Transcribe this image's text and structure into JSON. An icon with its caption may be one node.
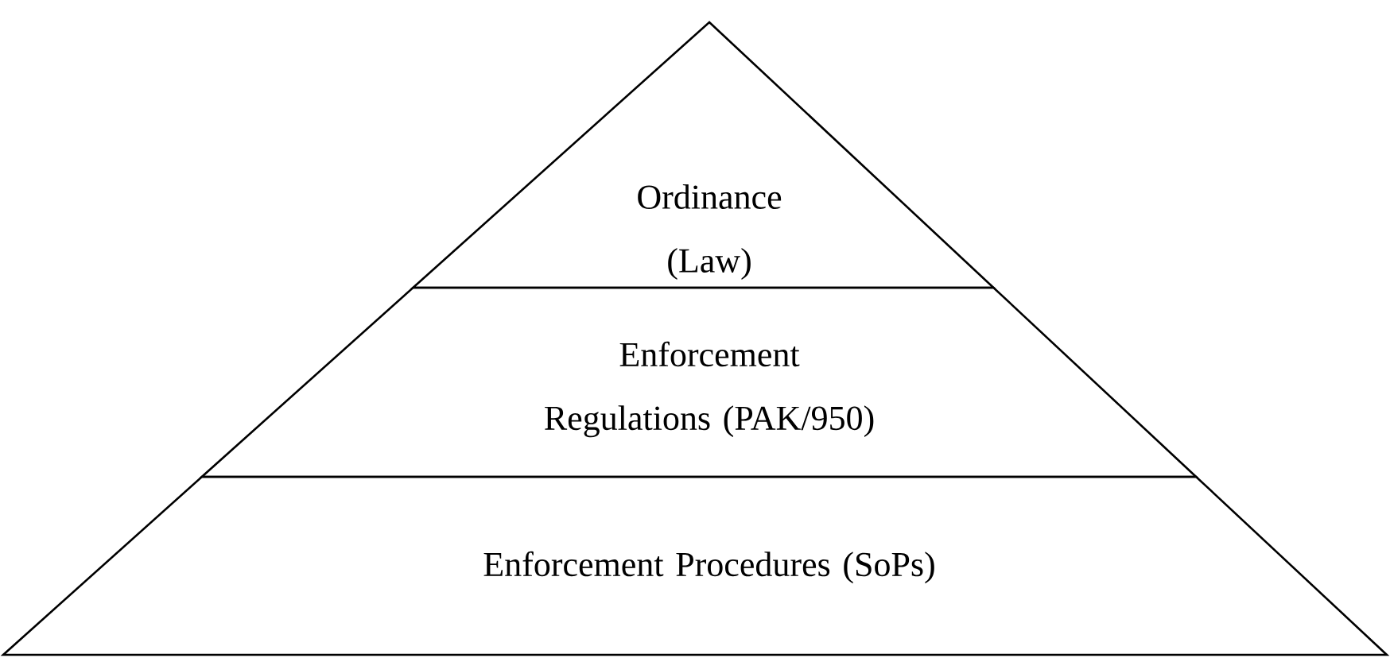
{
  "diagram": {
    "nodes": [
      {
        "text": [
          "Ordinance (Law)"
        ]
      },
      {
        "text": [
          "Enforcement Regulations (PAK/950)"
        ]
      },
      {
        "text": [
          "Enforcement Procedures (SoPs)"
        ]
      }
    ]
  }
}
